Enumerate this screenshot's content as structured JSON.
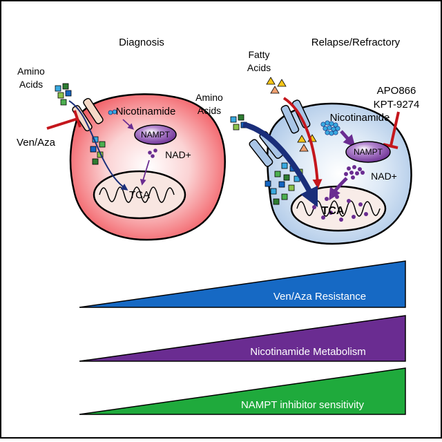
{
  "panels": {
    "left": {
      "title": "Diagnosis",
      "amino_label_line1": "Amino",
      "amino_label_line2": "Acids",
      "inhibitor": "Ven/Aza",
      "nicotinamide": "Nicotinamide",
      "enzyme": "NAMPT",
      "cofactor": "NAD+",
      "cycle": "TCA"
    },
    "right": {
      "title": "Relapse/Refractory",
      "fatty_label_line1": "Fatty",
      "fatty_label_line2": "Acids",
      "amino_label_line1": "Amino",
      "amino_label_line2": "Acids",
      "drug1": "APO866",
      "drug2": "KPT-9274",
      "nicotinamide": "Nicotinamide",
      "enzyme": "NAMPT",
      "cofactor": "NAD+",
      "cycle": "TCA"
    }
  },
  "wedges": [
    {
      "label": "Ven/Aza Resistance",
      "color": "#1669c4"
    },
    {
      "label": "Nicotinamide Metabolism",
      "color": "#6a2c91"
    },
    {
      "label": "NAMPT inhibitor sensitivity",
      "color": "#1faa3c"
    }
  ],
  "colors": {
    "left_cell": "#f2585e",
    "right_cell": "#bcd3ec",
    "inhibition": "#c4161c",
    "transport": "#1a2e7a",
    "nampt": "#7b3fa0",
    "nicotinamide_dots": "#39a9e0",
    "fatty_triangle_yellow": "#f5c518",
    "fatty_triangle_orange": "#f0a070"
  }
}
